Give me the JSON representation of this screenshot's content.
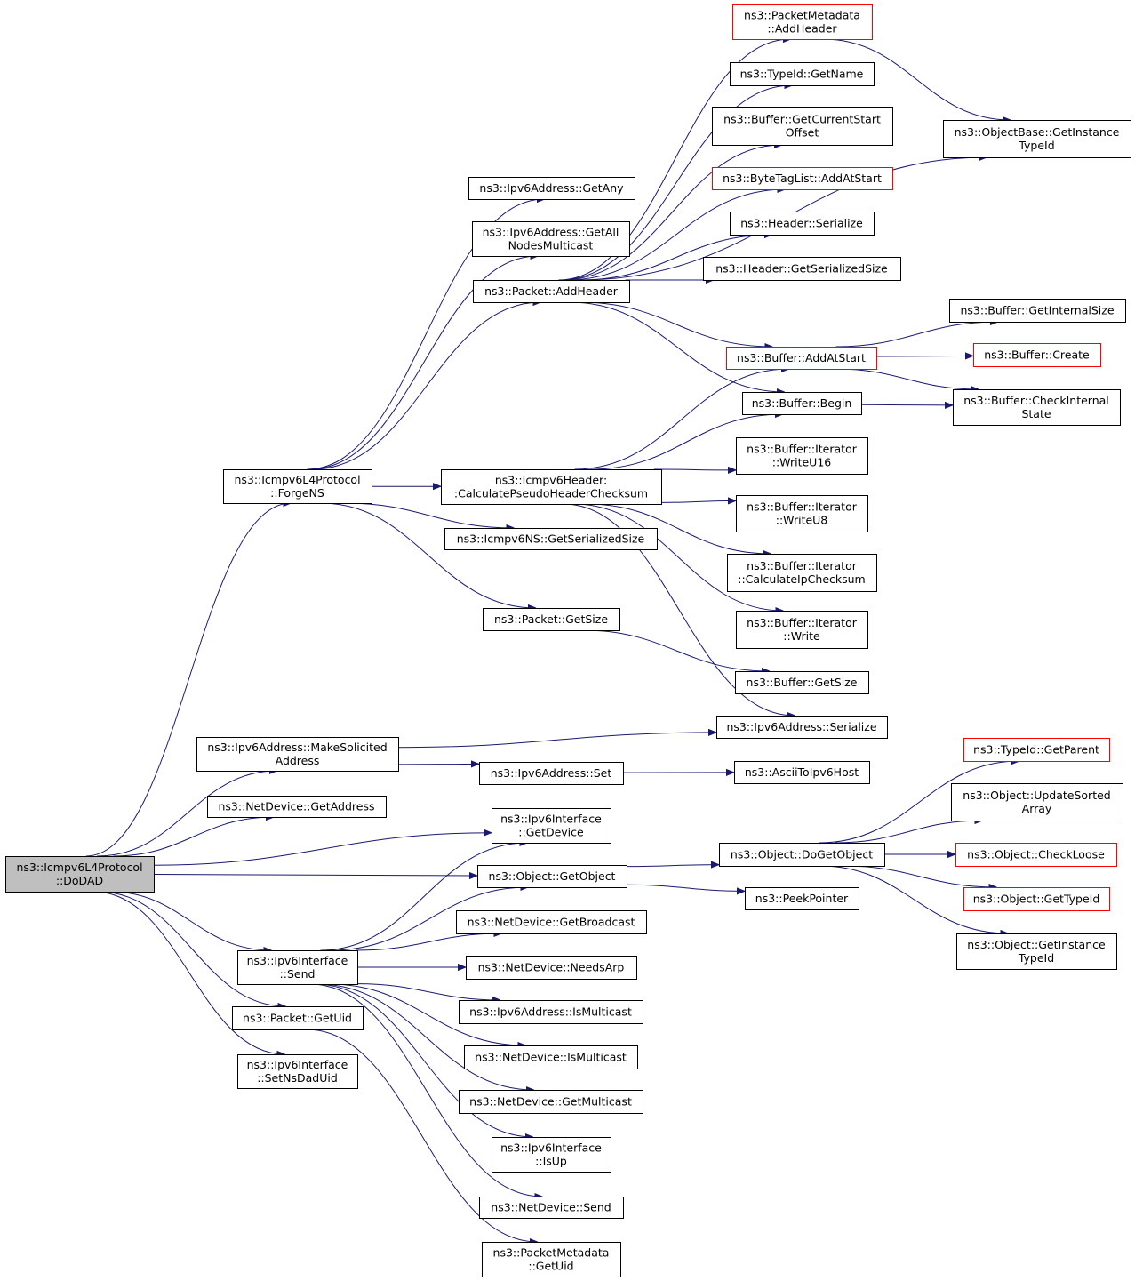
{
  "nodes": [
    {
      "id": "dodad",
      "lines": [
        "ns3::Icmpv6L4Protocol",
        "::DoDAD"
      ],
      "style": "root"
    },
    {
      "id": "forgens",
      "lines": [
        "ns3::Icmpv6L4Protocol",
        "::ForgeNS"
      ],
      "style": "normal"
    },
    {
      "id": "makesolicited",
      "lines": [
        "ns3::Ipv6Address::MakeSolicited",
        "Address"
      ],
      "style": "normal"
    },
    {
      "id": "nd_getaddress",
      "lines": [
        "ns3::NetDevice::GetAddress"
      ],
      "style": "normal"
    },
    {
      "id": "ipv6if_send",
      "lines": [
        "ns3::Ipv6Interface",
        "::Send"
      ],
      "style": "normal"
    },
    {
      "id": "packet_getuid",
      "lines": [
        "ns3::Packet::GetUid"
      ],
      "style": "normal"
    },
    {
      "id": "setnsdaduid",
      "lines": [
        "ns3::Ipv6Interface",
        "::SetNsDadUid"
      ],
      "style": "normal"
    },
    {
      "id": "ipv6_getany",
      "lines": [
        "ns3::Ipv6Address::GetAny"
      ],
      "style": "normal"
    },
    {
      "id": "ipv6_getallnodes",
      "lines": [
        "ns3::Ipv6Address::GetAll",
        "NodesMulticast"
      ],
      "style": "normal"
    },
    {
      "id": "packet_addheader",
      "lines": [
        "ns3::Packet::AddHeader"
      ],
      "style": "normal"
    },
    {
      "id": "calcpseudo",
      "lines": [
        "ns3::Icmpv6Header:",
        ":CalculatePseudoHeaderChecksum"
      ],
      "style": "normal"
    },
    {
      "id": "ns_getserialized",
      "lines": [
        "ns3::Icmpv6NS::GetSerializedSize"
      ],
      "style": "normal"
    },
    {
      "id": "packet_getsize",
      "lines": [
        "ns3::Packet::GetSize"
      ],
      "style": "normal"
    },
    {
      "id": "ipv6_set",
      "lines": [
        "ns3::Ipv6Address::Set"
      ],
      "style": "normal"
    },
    {
      "id": "ipv6if_getdevice",
      "lines": [
        "ns3::Ipv6Interface",
        "::GetDevice"
      ],
      "style": "normal"
    },
    {
      "id": "obj_getobject",
      "lines": [
        "ns3::Object::GetObject"
      ],
      "style": "normal"
    },
    {
      "id": "nd_getbroadcast",
      "lines": [
        "ns3::NetDevice::GetBroadcast"
      ],
      "style": "normal"
    },
    {
      "id": "nd_needsarp",
      "lines": [
        "ns3::NetDevice::NeedsArp"
      ],
      "style": "normal"
    },
    {
      "id": "ipv6_ismulticast",
      "lines": [
        "ns3::Ipv6Address::IsMulticast"
      ],
      "style": "normal"
    },
    {
      "id": "nd_ismulticast",
      "lines": [
        "ns3::NetDevice::IsMulticast"
      ],
      "style": "normal"
    },
    {
      "id": "nd_getmulticast",
      "lines": [
        "ns3::NetDevice::GetMulticast"
      ],
      "style": "normal"
    },
    {
      "id": "ipv6if_isup",
      "lines": [
        "ns3::Ipv6Interface",
        "::IsUp"
      ],
      "style": "normal"
    },
    {
      "id": "nd_send",
      "lines": [
        "ns3::NetDevice::Send"
      ],
      "style": "normal"
    },
    {
      "id": "pm_getuid",
      "lines": [
        "ns3::PacketMetadata",
        "::GetUid"
      ],
      "style": "normal"
    },
    {
      "id": "pm_addheader",
      "lines": [
        "ns3::PacketMetadata",
        "::AddHeader"
      ],
      "style": "red"
    },
    {
      "id": "typeid_getname",
      "lines": [
        "ns3::TypeId::GetName"
      ],
      "style": "normal"
    },
    {
      "id": "buf_getcurrentstart",
      "lines": [
        "ns3::Buffer::GetCurrentStart",
        "Offset"
      ],
      "style": "normal"
    },
    {
      "id": "btl_addatstart",
      "lines": [
        "ns3::ByteTagList::AddAtStart"
      ],
      "style": "red"
    },
    {
      "id": "hdr_serialize",
      "lines": [
        "ns3::Header::Serialize"
      ],
      "style": "normal"
    },
    {
      "id": "hdr_getserialized",
      "lines": [
        "ns3::Header::GetSerializedSize"
      ],
      "style": "normal"
    },
    {
      "id": "buf_addatstart",
      "lines": [
        "ns3::Buffer::AddAtStart"
      ],
      "style": "red"
    },
    {
      "id": "buf_begin",
      "lines": [
        "ns3::Buffer::Begin"
      ],
      "style": "normal"
    },
    {
      "id": "it_writeu16",
      "lines": [
        "ns3::Buffer::Iterator",
        "::WriteU16"
      ],
      "style": "normal"
    },
    {
      "id": "it_writeu8",
      "lines": [
        "ns3::Buffer::Iterator",
        "::WriteU8"
      ],
      "style": "normal"
    },
    {
      "id": "it_calcip",
      "lines": [
        "ns3::Buffer::Iterator",
        "::CalculateIpChecksum"
      ],
      "style": "normal"
    },
    {
      "id": "it_write",
      "lines": [
        "ns3::Buffer::Iterator",
        "::Write"
      ],
      "style": "normal"
    },
    {
      "id": "buf_getsize",
      "lines": [
        "ns3::Buffer::GetSize"
      ],
      "style": "normal"
    },
    {
      "id": "ipv6_serialize",
      "lines": [
        "ns3::Ipv6Address::Serialize"
      ],
      "style": "normal"
    },
    {
      "id": "asciitoipv6",
      "lines": [
        "ns3::AsciiToIpv6Host"
      ],
      "style": "normal"
    },
    {
      "id": "obj_dogetobject",
      "lines": [
        "ns3::Object::DoGetObject"
      ],
      "style": "normal"
    },
    {
      "id": "peekpointer",
      "lines": [
        "ns3::PeekPointer"
      ],
      "style": "normal"
    },
    {
      "id": "objbase_getinst",
      "lines": [
        "ns3::ObjectBase::GetInstance",
        "TypeId"
      ],
      "style": "normal"
    },
    {
      "id": "buf_getinternalsize",
      "lines": [
        "ns3::Buffer::GetInternalSize"
      ],
      "style": "normal"
    },
    {
      "id": "buf_create",
      "lines": [
        "ns3::Buffer::Create"
      ],
      "style": "red"
    },
    {
      "id": "buf_checkinternal",
      "lines": [
        "ns3::Buffer::CheckInternal",
        "State"
      ],
      "style": "normal"
    },
    {
      "id": "typeid_getparent",
      "lines": [
        "ns3::TypeId::GetParent"
      ],
      "style": "red"
    },
    {
      "id": "obj_updatesorted",
      "lines": [
        "ns3::Object::UpdateSorted",
        "Array"
      ],
      "style": "normal"
    },
    {
      "id": "obj_checkloose",
      "lines": [
        "ns3::Object::CheckLoose"
      ],
      "style": "red"
    },
    {
      "id": "obj_gettypeid",
      "lines": [
        "ns3::Object::GetTypeId"
      ],
      "style": "red"
    },
    {
      "id": "obj_getinst",
      "lines": [
        "ns3::Object::GetInstance",
        "TypeId"
      ],
      "style": "normal"
    }
  ],
  "edges": [
    [
      "dodad",
      "forgens"
    ],
    [
      "dodad",
      "makesolicited"
    ],
    [
      "dodad",
      "nd_getaddress"
    ],
    [
      "dodad",
      "ipv6if_getdevice"
    ],
    [
      "dodad",
      "obj_getobject"
    ],
    [
      "dodad",
      "ipv6if_send"
    ],
    [
      "dodad",
      "packet_getuid"
    ],
    [
      "dodad",
      "setnsdaduid"
    ],
    [
      "forgens",
      "ipv6_getany"
    ],
    [
      "forgens",
      "ipv6_getallnodes"
    ],
    [
      "forgens",
      "packet_addheader"
    ],
    [
      "forgens",
      "calcpseudo"
    ],
    [
      "forgens",
      "ns_getserialized"
    ],
    [
      "forgens",
      "packet_getsize"
    ],
    [
      "packet_addheader",
      "pm_addheader"
    ],
    [
      "packet_addheader",
      "typeid_getname"
    ],
    [
      "packet_addheader",
      "buf_getcurrentstart"
    ],
    [
      "packet_addheader",
      "btl_addatstart"
    ],
    [
      "packet_addheader",
      "hdr_serialize"
    ],
    [
      "packet_addheader",
      "hdr_getserialized"
    ],
    [
      "packet_addheader",
      "objbase_getinst"
    ],
    [
      "packet_addheader",
      "buf_addatstart"
    ],
    [
      "packet_addheader",
      "buf_begin"
    ],
    [
      "pm_addheader",
      "objbase_getinst"
    ],
    [
      "buf_addatstart",
      "buf_getinternalsize"
    ],
    [
      "buf_addatstart",
      "buf_create"
    ],
    [
      "buf_addatstart",
      "buf_checkinternal"
    ],
    [
      "buf_begin",
      "buf_checkinternal"
    ],
    [
      "calcpseudo",
      "buf_addatstart"
    ],
    [
      "calcpseudo",
      "buf_begin"
    ],
    [
      "calcpseudo",
      "it_writeu16"
    ],
    [
      "calcpseudo",
      "it_writeu8"
    ],
    [
      "calcpseudo",
      "it_calcip"
    ],
    [
      "calcpseudo",
      "it_write"
    ],
    [
      "calcpseudo",
      "ipv6_serialize"
    ],
    [
      "packet_getsize",
      "buf_getsize"
    ],
    [
      "makesolicited",
      "ipv6_serialize"
    ],
    [
      "makesolicited",
      "ipv6_set"
    ],
    [
      "ipv6_set",
      "asciitoipv6"
    ],
    [
      "obj_getobject",
      "obj_dogetobject"
    ],
    [
      "obj_getobject",
      "peekpointer"
    ],
    [
      "obj_dogetobject",
      "typeid_getparent"
    ],
    [
      "obj_dogetobject",
      "obj_updatesorted"
    ],
    [
      "obj_dogetobject",
      "obj_checkloose"
    ],
    [
      "obj_dogetobject",
      "obj_gettypeid"
    ],
    [
      "obj_dogetobject",
      "obj_getinst"
    ],
    [
      "ipv6if_send",
      "ipv6if_getdevice"
    ],
    [
      "ipv6if_send",
      "obj_getobject"
    ],
    [
      "ipv6if_send",
      "nd_getbroadcast"
    ],
    [
      "ipv6if_send",
      "nd_needsarp"
    ],
    [
      "ipv6if_send",
      "ipv6_ismulticast"
    ],
    [
      "ipv6if_send",
      "nd_ismulticast"
    ],
    [
      "ipv6if_send",
      "nd_getmulticast"
    ],
    [
      "ipv6if_send",
      "ipv6if_isup"
    ],
    [
      "ipv6if_send",
      "nd_send"
    ],
    [
      "packet_getuid",
      "pm_getuid"
    ]
  ]
}
